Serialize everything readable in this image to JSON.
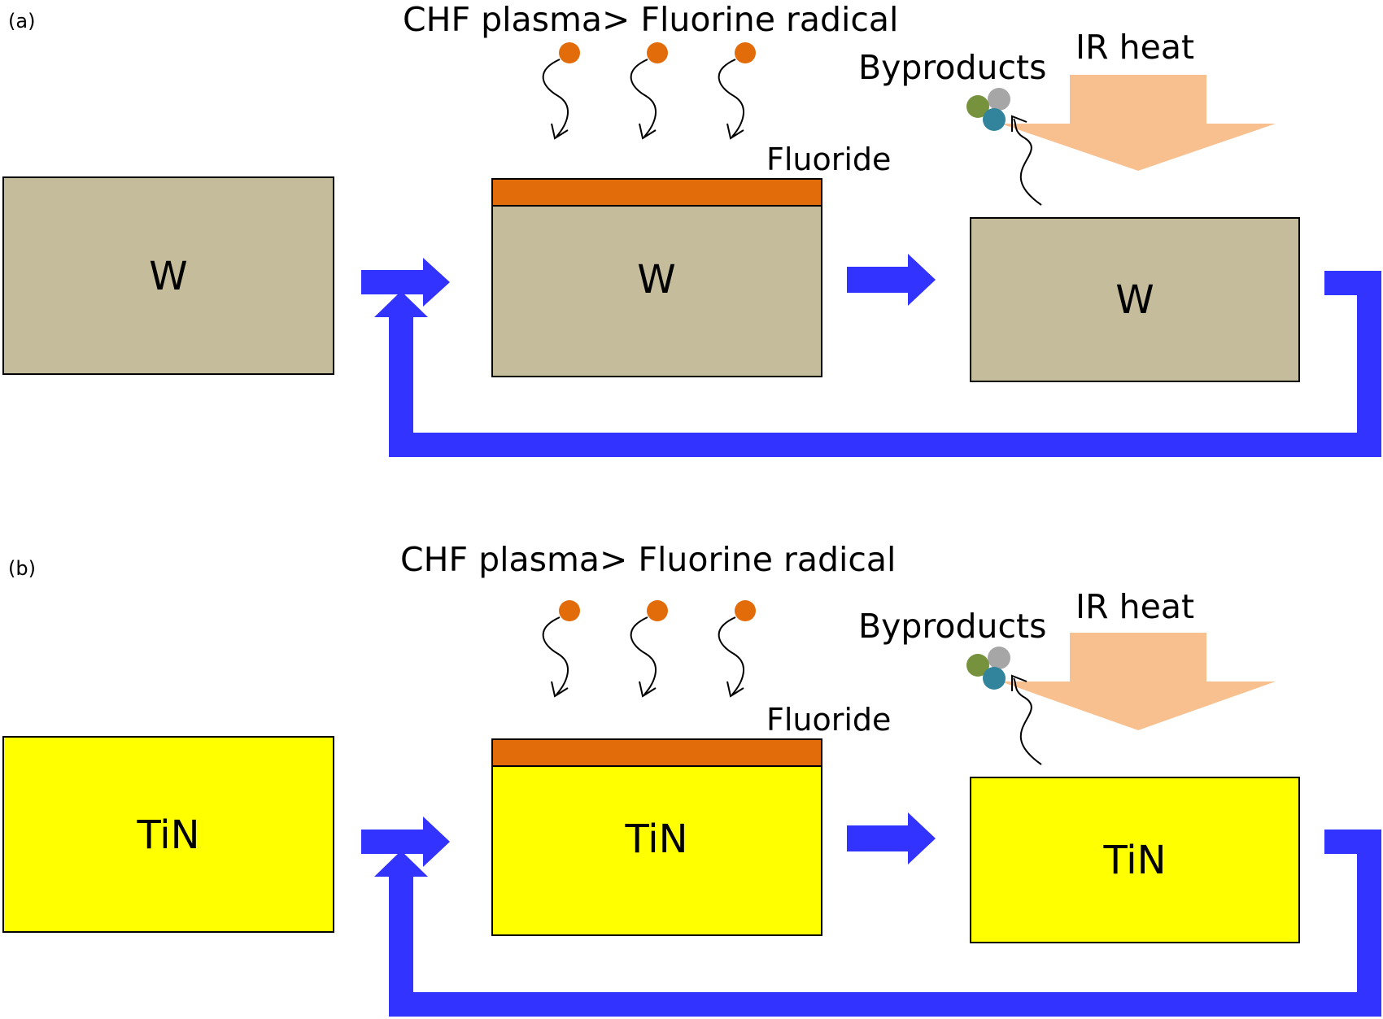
{
  "panels": [
    {
      "tag": "(a)",
      "material": "W",
      "plasma_label": "CHF plasma> Fluorine radical",
      "fluoride_label": "Fluoride",
      "byproducts_label": "Byproducts",
      "heat_label": "IR heat"
    },
    {
      "tag": "(b)",
      "material": "TiN",
      "plasma_label": "CHF plasma> Fluorine radical",
      "fluoride_label": "Fluoride",
      "byproducts_label": "Byproducts",
      "heat_label": "IR heat"
    }
  ],
  "colors": {
    "w_block": "#c4bc9a",
    "tin_block": "#ffff00",
    "fluoride_layer": "#e36c0a",
    "radical": "#e36c0a",
    "process_arrow": "#3333ff",
    "ir_heat_arrow": "#f9c08f",
    "byproduct_green": "#76923c",
    "byproduct_gray": "#a6a6a6",
    "byproduct_teal": "#31849b"
  }
}
